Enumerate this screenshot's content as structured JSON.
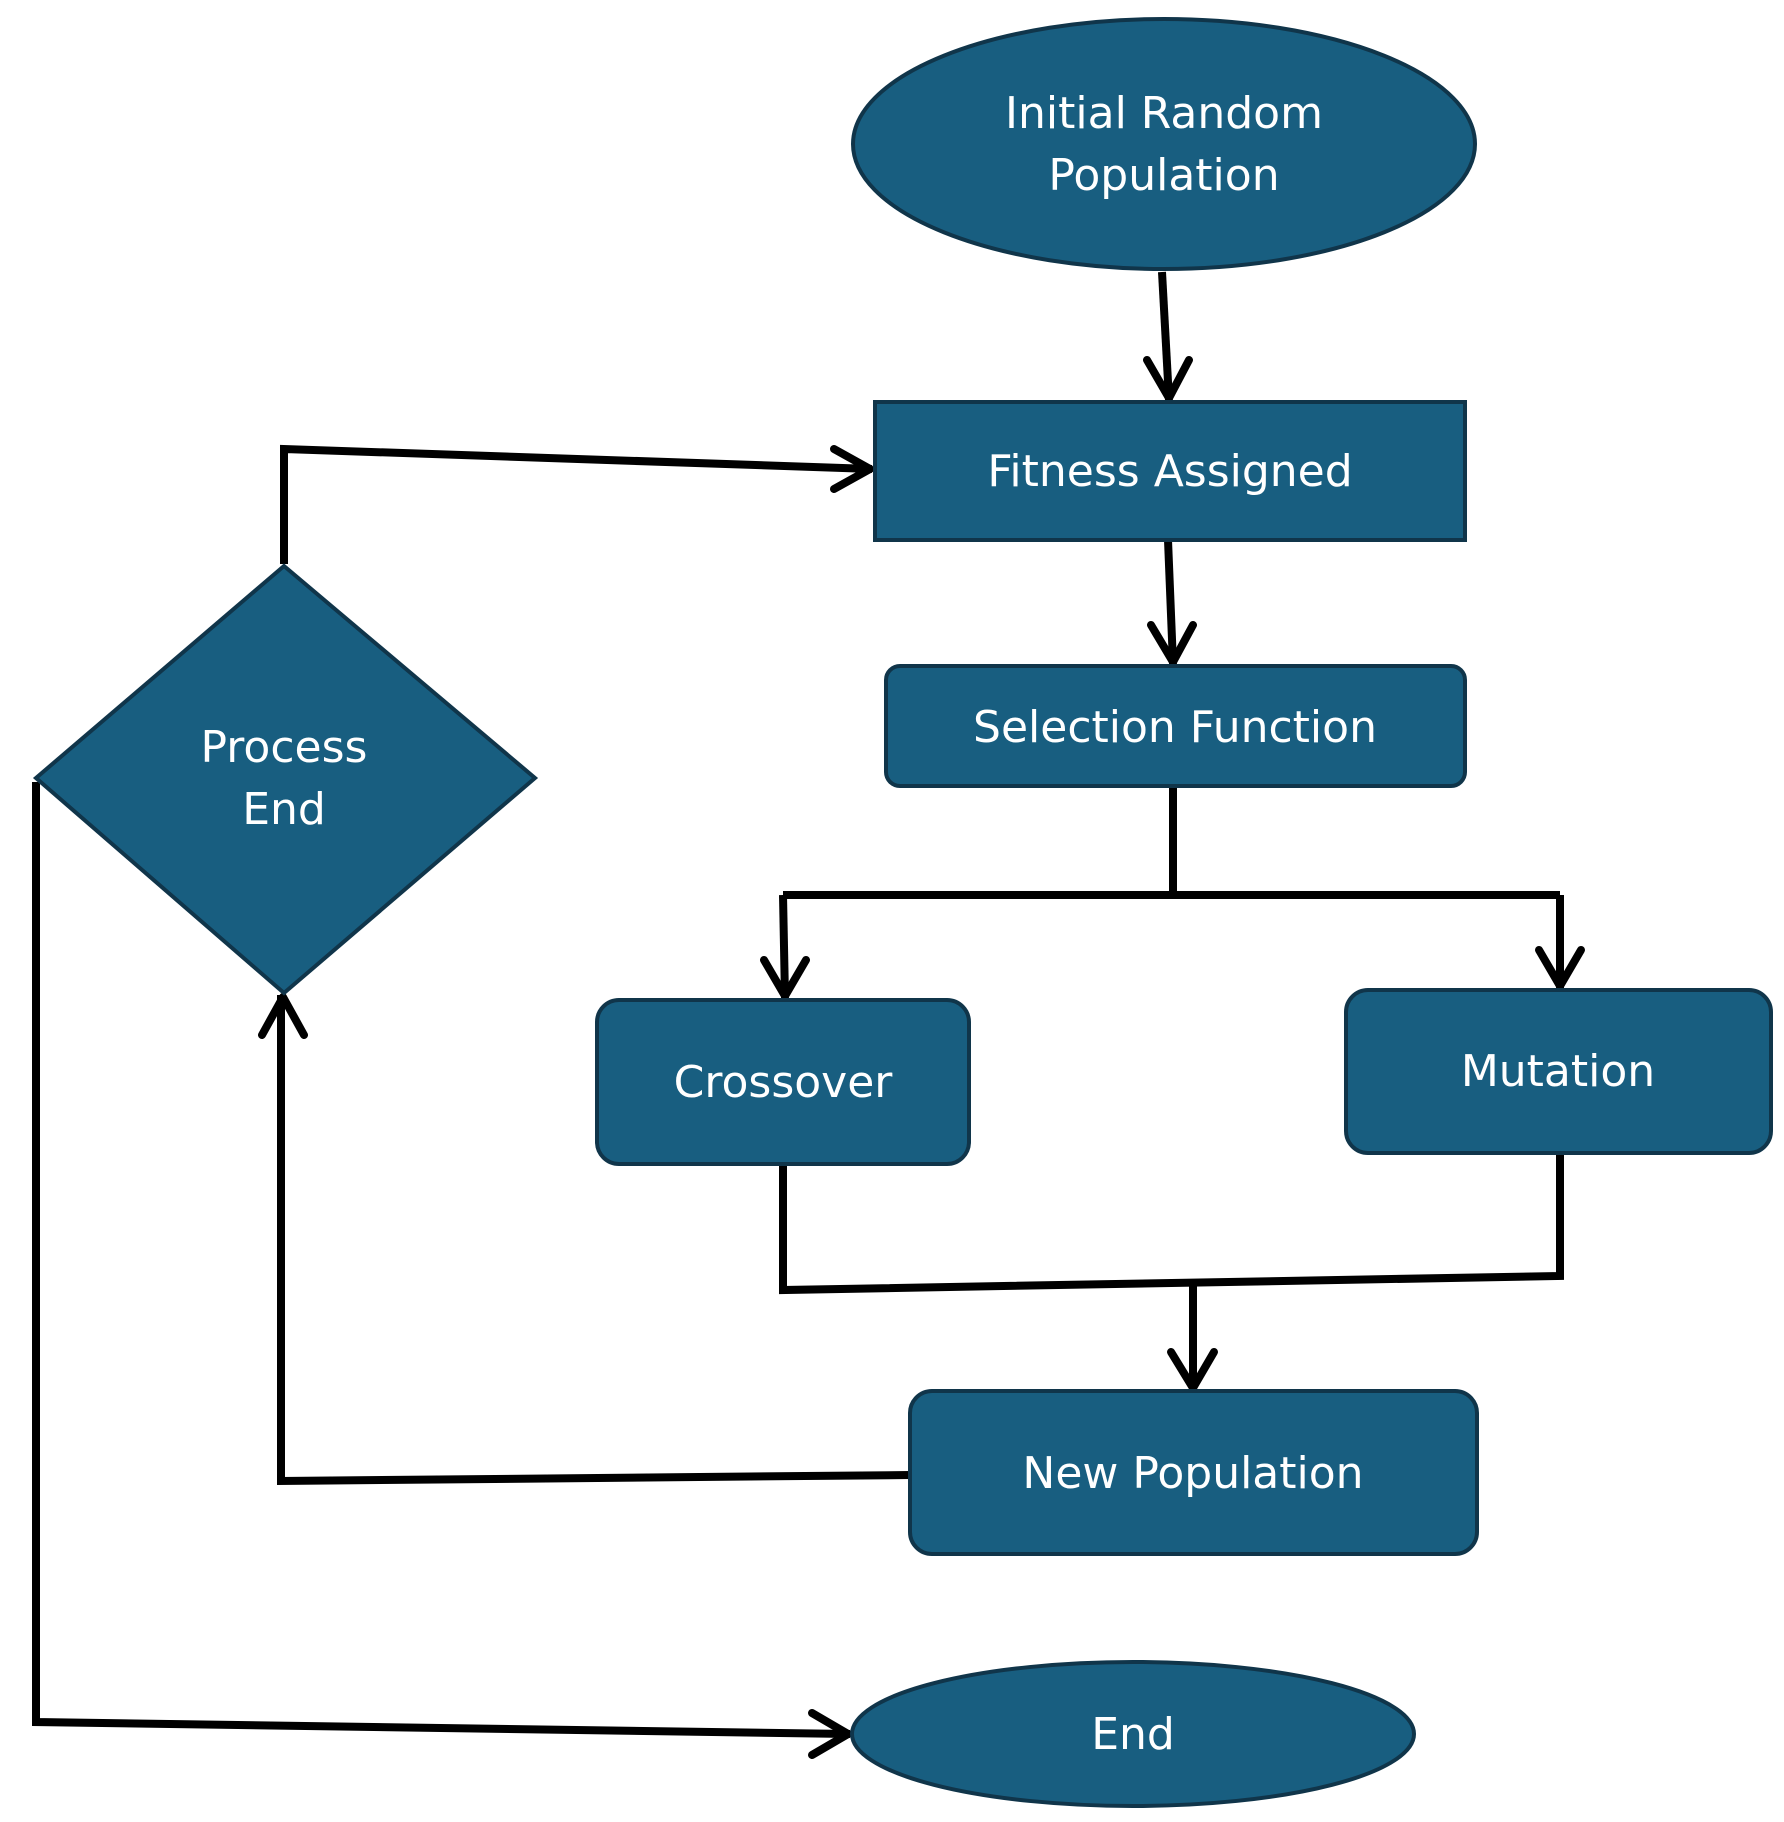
{
  "diagram": {
    "colors": {
      "node_fill": "#185e80",
      "node_border": "#10354a",
      "label_text": "#ffffff",
      "connector": "#000000"
    },
    "nodes": {
      "initial_population": {
        "shape": "ellipse",
        "line1": "Initial Random",
        "line2": "Population"
      },
      "fitness_assigned": {
        "shape": "rectangle",
        "label": "Fitness Assigned"
      },
      "selection_function": {
        "shape": "rounded-rectangle",
        "label": "Selection Function"
      },
      "crossover": {
        "shape": "rounded-rectangle",
        "label": "Crossover"
      },
      "mutation": {
        "shape": "rounded-rectangle",
        "label": "Mutation"
      },
      "new_population": {
        "shape": "rounded-rectangle",
        "label": "New Population"
      },
      "process_end": {
        "shape": "diamond",
        "line1": "Process",
        "line2": "End"
      },
      "end": {
        "shape": "ellipse",
        "label": "End"
      }
    },
    "edges": [
      {
        "from": "Initial Random Population",
        "to": "Fitness Assigned"
      },
      {
        "from": "Fitness Assigned",
        "to": "Selection Function"
      },
      {
        "from": "Selection Function",
        "to": "Crossover"
      },
      {
        "from": "Selection Function",
        "to": "Mutation"
      },
      {
        "from": "Crossover",
        "to": "New Population"
      },
      {
        "from": "Mutation",
        "to": "New Population"
      },
      {
        "from": "New Population",
        "to": "Process End"
      },
      {
        "from": "Process End",
        "to": "Fitness Assigned"
      },
      {
        "from": "Process End",
        "to": "End"
      }
    ]
  }
}
